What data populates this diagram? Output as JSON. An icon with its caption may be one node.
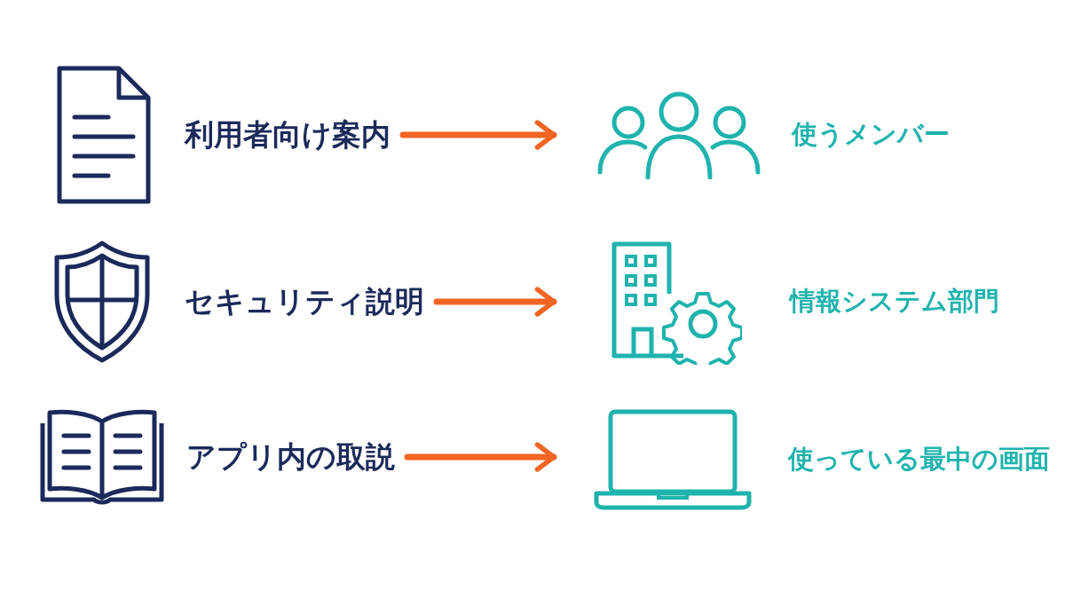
{
  "diagram": {
    "nodes": [
      {
        "text": [
          "利用者向け案内"
        ]
      },
      {
        "text": [
          "使うメンバー"
        ]
      },
      {
        "text": [
          "セキュリティ説明"
        ]
      },
      {
        "text": [
          "情報システム部門"
        ]
      },
      {
        "text": [
          "アプリ内の取説"
        ]
      },
      {
        "text": [
          "使っている最中の画面"
        ]
      }
    ],
    "edges": [
      {
        "from": 0,
        "to": 1,
        "arrow": "to"
      },
      {
        "from": 2,
        "to": 3,
        "arrow": "to"
      },
      {
        "from": 4,
        "to": 5,
        "arrow": "to"
      }
    ]
  }
}
